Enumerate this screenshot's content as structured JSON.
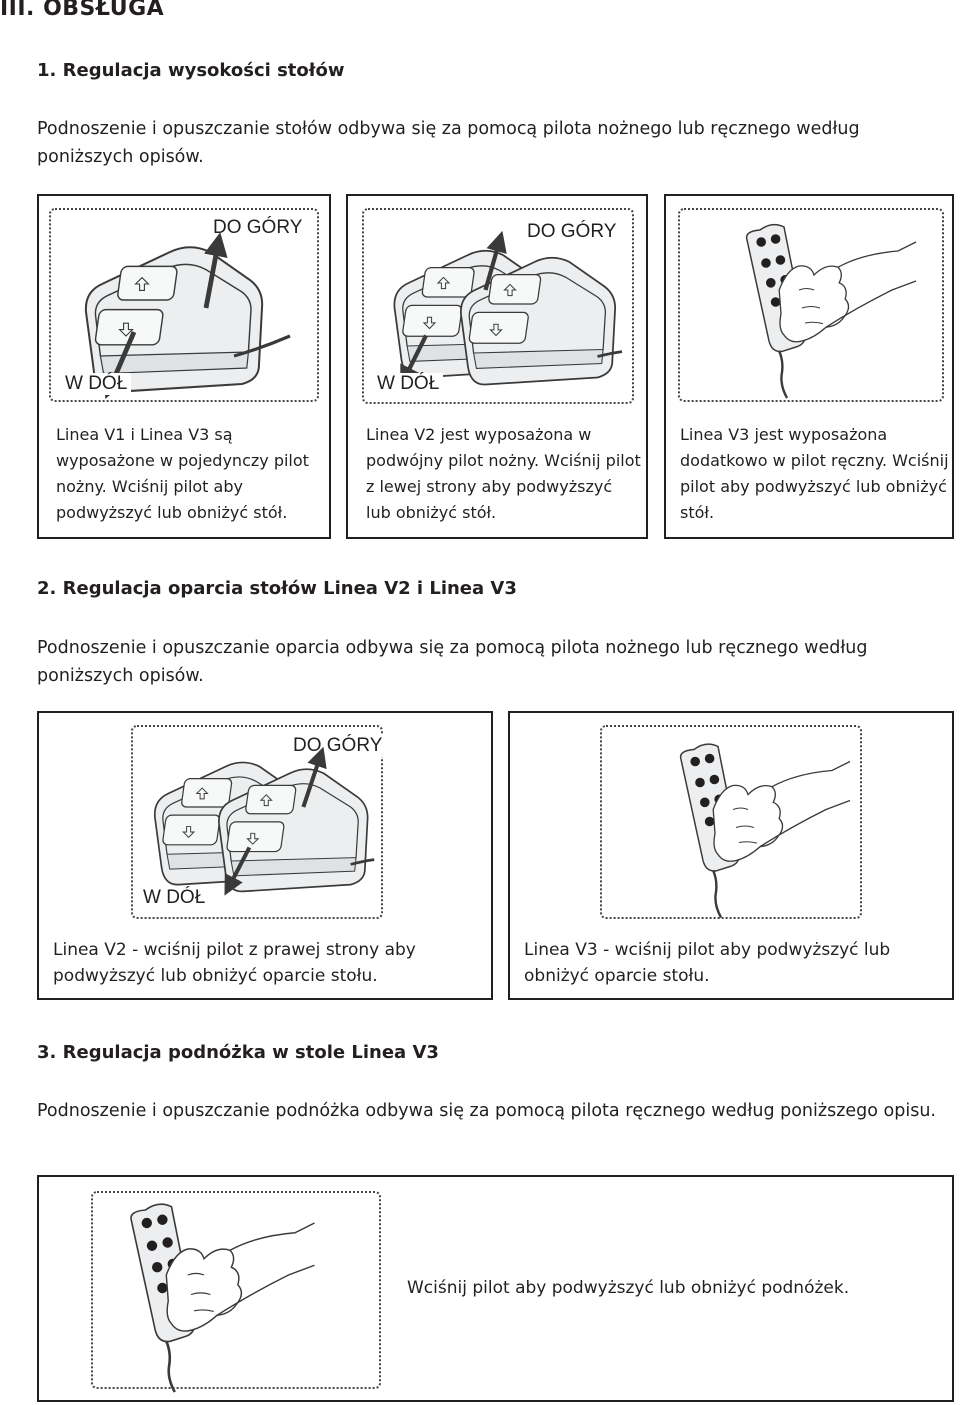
{
  "heading": "III. OBSŁUGA",
  "s1": {
    "title": "1. Regulacja wysokości stołów",
    "intro": "Podnoszenie i opuszczanie stołów odbywa się za pomocą pilota nożnego lub ręcznego według poniższych opisów.",
    "panels": [
      {
        "up": "DO GÓRY",
        "down": "W DÓŁ",
        "caption": "Linea V1 i Linea V3 są wyposażone w pojedynczy pilot nożny. Wciśnij pilot aby podwyższyć lub obniżyć stół."
      },
      {
        "up": "DO GÓRY",
        "down": "W DÓŁ",
        "caption": "Linea V2 jest wyposażona w podwójny pilot nożny. Wciśnij pilot z lewej strony aby podwyższyć lub obniżyć stół."
      },
      {
        "caption": "Linea V3 jest wyposażona dodatkowo w pilot ręczny. Wciśnij pilot aby podwyższyć lub obniżyć stół."
      }
    ]
  },
  "s2": {
    "title": "2. Regulacja oparcia stołów Linea V2 i Linea V3",
    "intro": "Podnoszenie i opuszczanie oparcia odbywa się za pomocą pilota nożnego lub ręcznego według poniższych opisów.",
    "panels": [
      {
        "up": "DO GÓRY",
        "down": "W DÓŁ",
        "caption": "Linea V2 - wciśnij pilot z prawej strony aby podwyższyć lub obniżyć oparcie stołu."
      },
      {
        "caption": "Linea V3 - wciśnij pilot aby podwyższyć lub obniżyć oparcie stołu."
      }
    ]
  },
  "s3": {
    "title": "3. Regulacja podnóżka w stole Linea V3",
    "intro": "Podnoszenie i opuszczanie podnóżka odbywa się za pomocą pilota ręcznego według poniższego opisu.",
    "caption": "Wciśnij pilot aby podwyższyć lub obniżyć podnóżek."
  },
  "pedal": {
    "up_key": "UP",
    "down_key": "DOWN"
  }
}
